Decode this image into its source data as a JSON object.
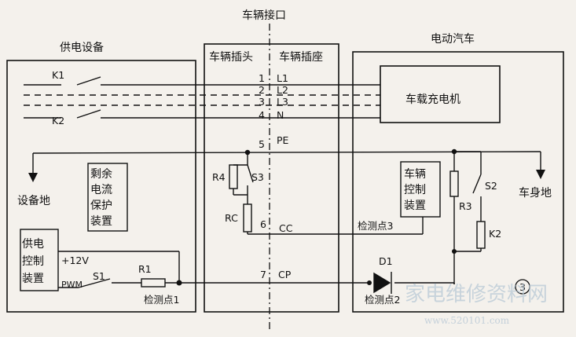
{
  "header": {
    "vehicle_interface": "车辆接口",
    "supply_equipment": "供电设备",
    "electric_vehicle": "电动汽车",
    "vehicle_plug": "车辆插头",
    "vehicle_socket": "车辆插座"
  },
  "supply": {
    "k1": "K1",
    "k2": "K2",
    "equipment_ground": "设备地",
    "rcd": [
      "剩余",
      "电流",
      "保护",
      "装置"
    ],
    "control_box": [
      "供电",
      "控制",
      "装置"
    ],
    "v12": "+12V",
    "pwm": "PWM",
    "s1": "S1",
    "r1": "R1",
    "checkpoint1": "检测点1"
  },
  "plug": {
    "r4": "R4",
    "s3": "S3",
    "rc": "RC",
    "pins": [
      {
        "num": "1",
        "name": "L1"
      },
      {
        "num": "2",
        "name": "L2"
      },
      {
        "num": "3",
        "name": "L3"
      },
      {
        "num": "4",
        "name": "N"
      },
      {
        "num": "5",
        "name": "PE"
      },
      {
        "num": "6",
        "name": "CC"
      },
      {
        "num": "7",
        "name": "CP"
      }
    ]
  },
  "vehicle": {
    "charger": "车载充电机",
    "vcu": [
      "车辆",
      "控制",
      "装置"
    ],
    "r3": "R3",
    "s2": "S2",
    "k2": "K2",
    "body_ground": "车身地",
    "checkpoint3": "检测点3",
    "d1": "D1",
    "checkpoint2": "检测点2",
    "circle_mark": "3"
  },
  "watermark": {
    "text": "家电维修资料网",
    "url": "www.520101.com"
  }
}
